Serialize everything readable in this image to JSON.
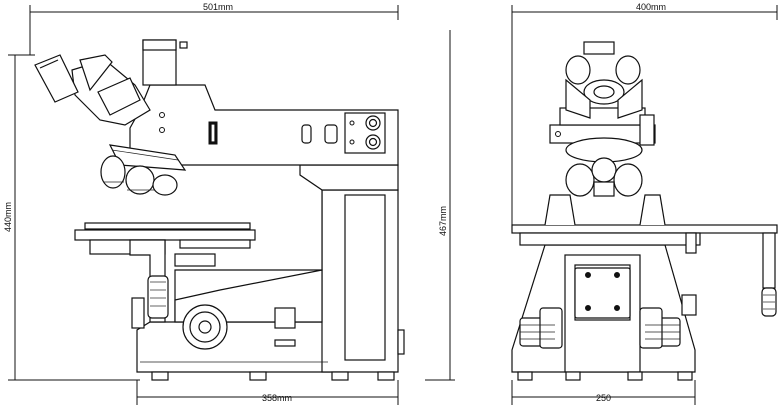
{
  "dimensions": {
    "side_width": "501mm",
    "side_height": "440mm",
    "overall_height": "467mm",
    "side_base_width": "358mm",
    "front_width": "400mm",
    "front_base_width": "250"
  },
  "colors": {
    "line": "#111111",
    "background": "#ffffff"
  }
}
